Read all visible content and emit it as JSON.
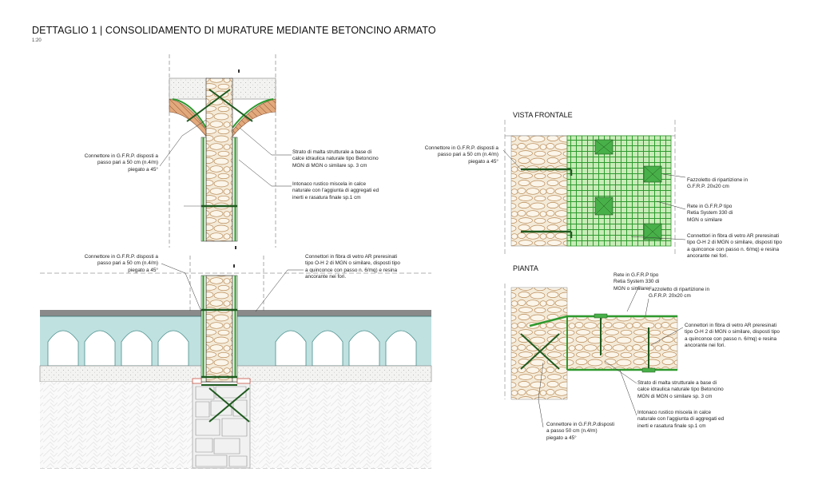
{
  "title": "DETTAGLIO 1 | CONSOLIDAMENTO DI MURATURE MEDIANTE BETONCINO ARMATO",
  "scale": "1:20",
  "sections": {
    "front_view": "VISTA FRONTALE",
    "plan": "PIANTA"
  },
  "colors": {
    "mesh": "#2e9a2e",
    "mesh_fill": "#c8ecb8",
    "stone_fill": "#f4ead8",
    "stone_line": "#b98a55",
    "vault": "#bfe1e0",
    "connector": "#1f5a1f",
    "bricks": "#e2a97d",
    "ground": "#bfbfbf"
  },
  "notes": {
    "section_connector": "Connettore in G.F.R.P. disposti a\npasso pari a 50 cm  (n.4/m)\npiegato a 45°",
    "section_mortar": "Strato di malta strutturale a base di\ncalce idraulica naturale tipo Betoncino\nMGN di MGN o similare sp. 3 cm",
    "section_plaster": "Intonaco rustico miscela in calce\nnaturale con l'aggiunta di aggregati ed\ninerti e rasatura finale sp.1 cm",
    "floor_connector": "Connettore in G.F.R.P. disposti a\npasso pari a 50 cm  (n.4/m)\npiegato a 45°",
    "floor_fiber": "Connettori in fibra di vetro AR  preresinati\ntipo O-H 2 di MGN o similare, disposti tipo\na quinconce con passo n. 6/mq) e resina\nancorante nei fori.",
    "front_connector": "Connettore in G.F.R.P. disposti a\npasso pari a 50 cm  (n.4/m)\npiegato a 45°",
    "front_gusset": "Fazzoletto di ripartizione in\nG.F.R.P. 20x20 cm",
    "front_mesh": "Rete in G.F.R.P tipo\nRetia System 330 di\nMGN o similare",
    "front_fiber": "Connettori in fibra di vetro AR  preresinati\ntipo O-H 2 di MGN o similare, disposti tipo\na quinconce con passo n. 6/mq) e resina\nancorante nei fori.",
    "plan_mesh": "Rete in G.F.R.P tipo\nRetia System 330 di\nMGN o similare",
    "plan_gusset": "Fazzoletto di ripartizione in\nG.F.R.P. 20x20 cm",
    "plan_fiber": "Connettori in fibra di vetro AR  preresinati\ntipo O-H 2 di MGN o similare, disposti tipo\na quinconce con passo n. 6/mq) e resina\nancorante nei fori.",
    "plan_mortar": "Strato di malta strutturale a base di\ncalce idraulica naturale tipo Betoncino\nMGN di MGN o similare sp. 3 cm",
    "plan_plaster": "Intonaco rustico miscela in calce\nnaturale con l'aggiunta di aggregati ed\ninerti e rasatura finale sp.1 cm",
    "plan_connector": "Connettore in G.F.R.P.disposti\na passo 50 cm (n.4/m)\npiegato a 45°"
  }
}
